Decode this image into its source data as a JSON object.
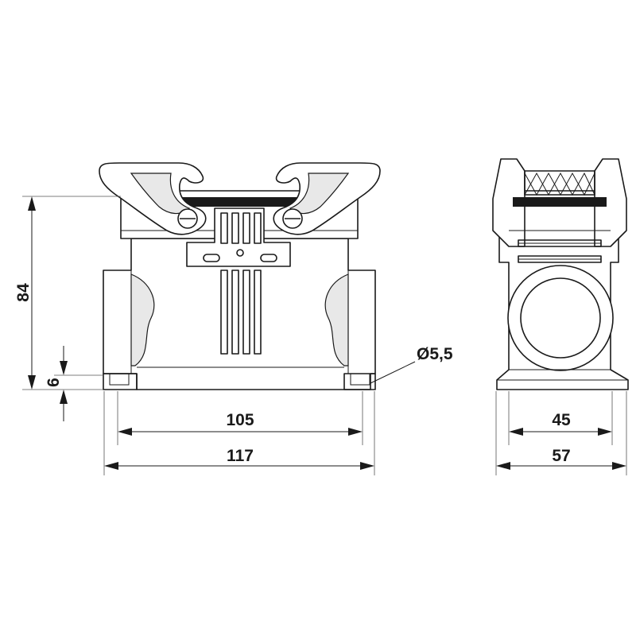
{
  "dimensions": {
    "height_total": "84",
    "base_thickness": "6",
    "hole_diameter": "Ø5,5",
    "hole_spacing": "105",
    "width_total": "117",
    "side_inner": "45",
    "side_total": "57"
  }
}
